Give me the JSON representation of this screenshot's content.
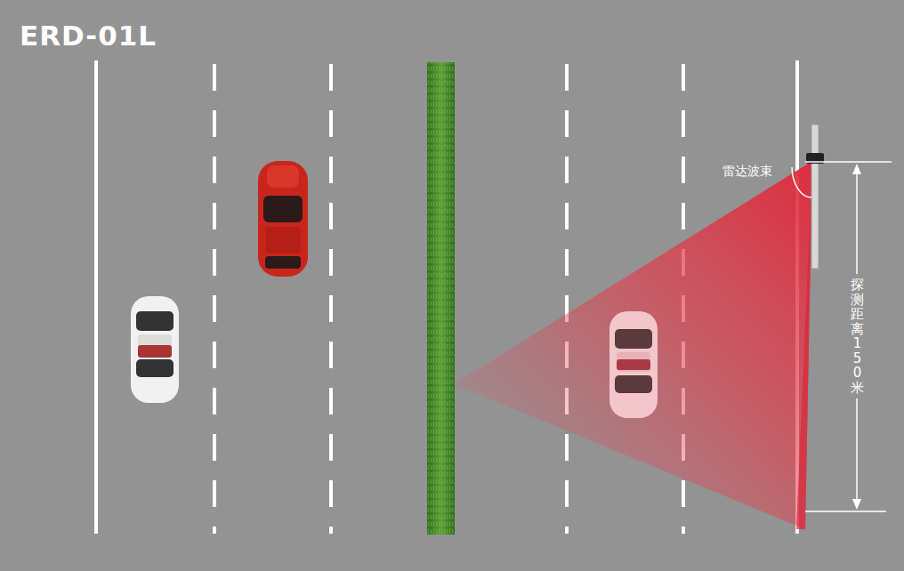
{
  "diagram": {
    "title": "ERD-01L",
    "labels": [
      "雷达波束",
      "探测距离150米"
    ]
  }
}
